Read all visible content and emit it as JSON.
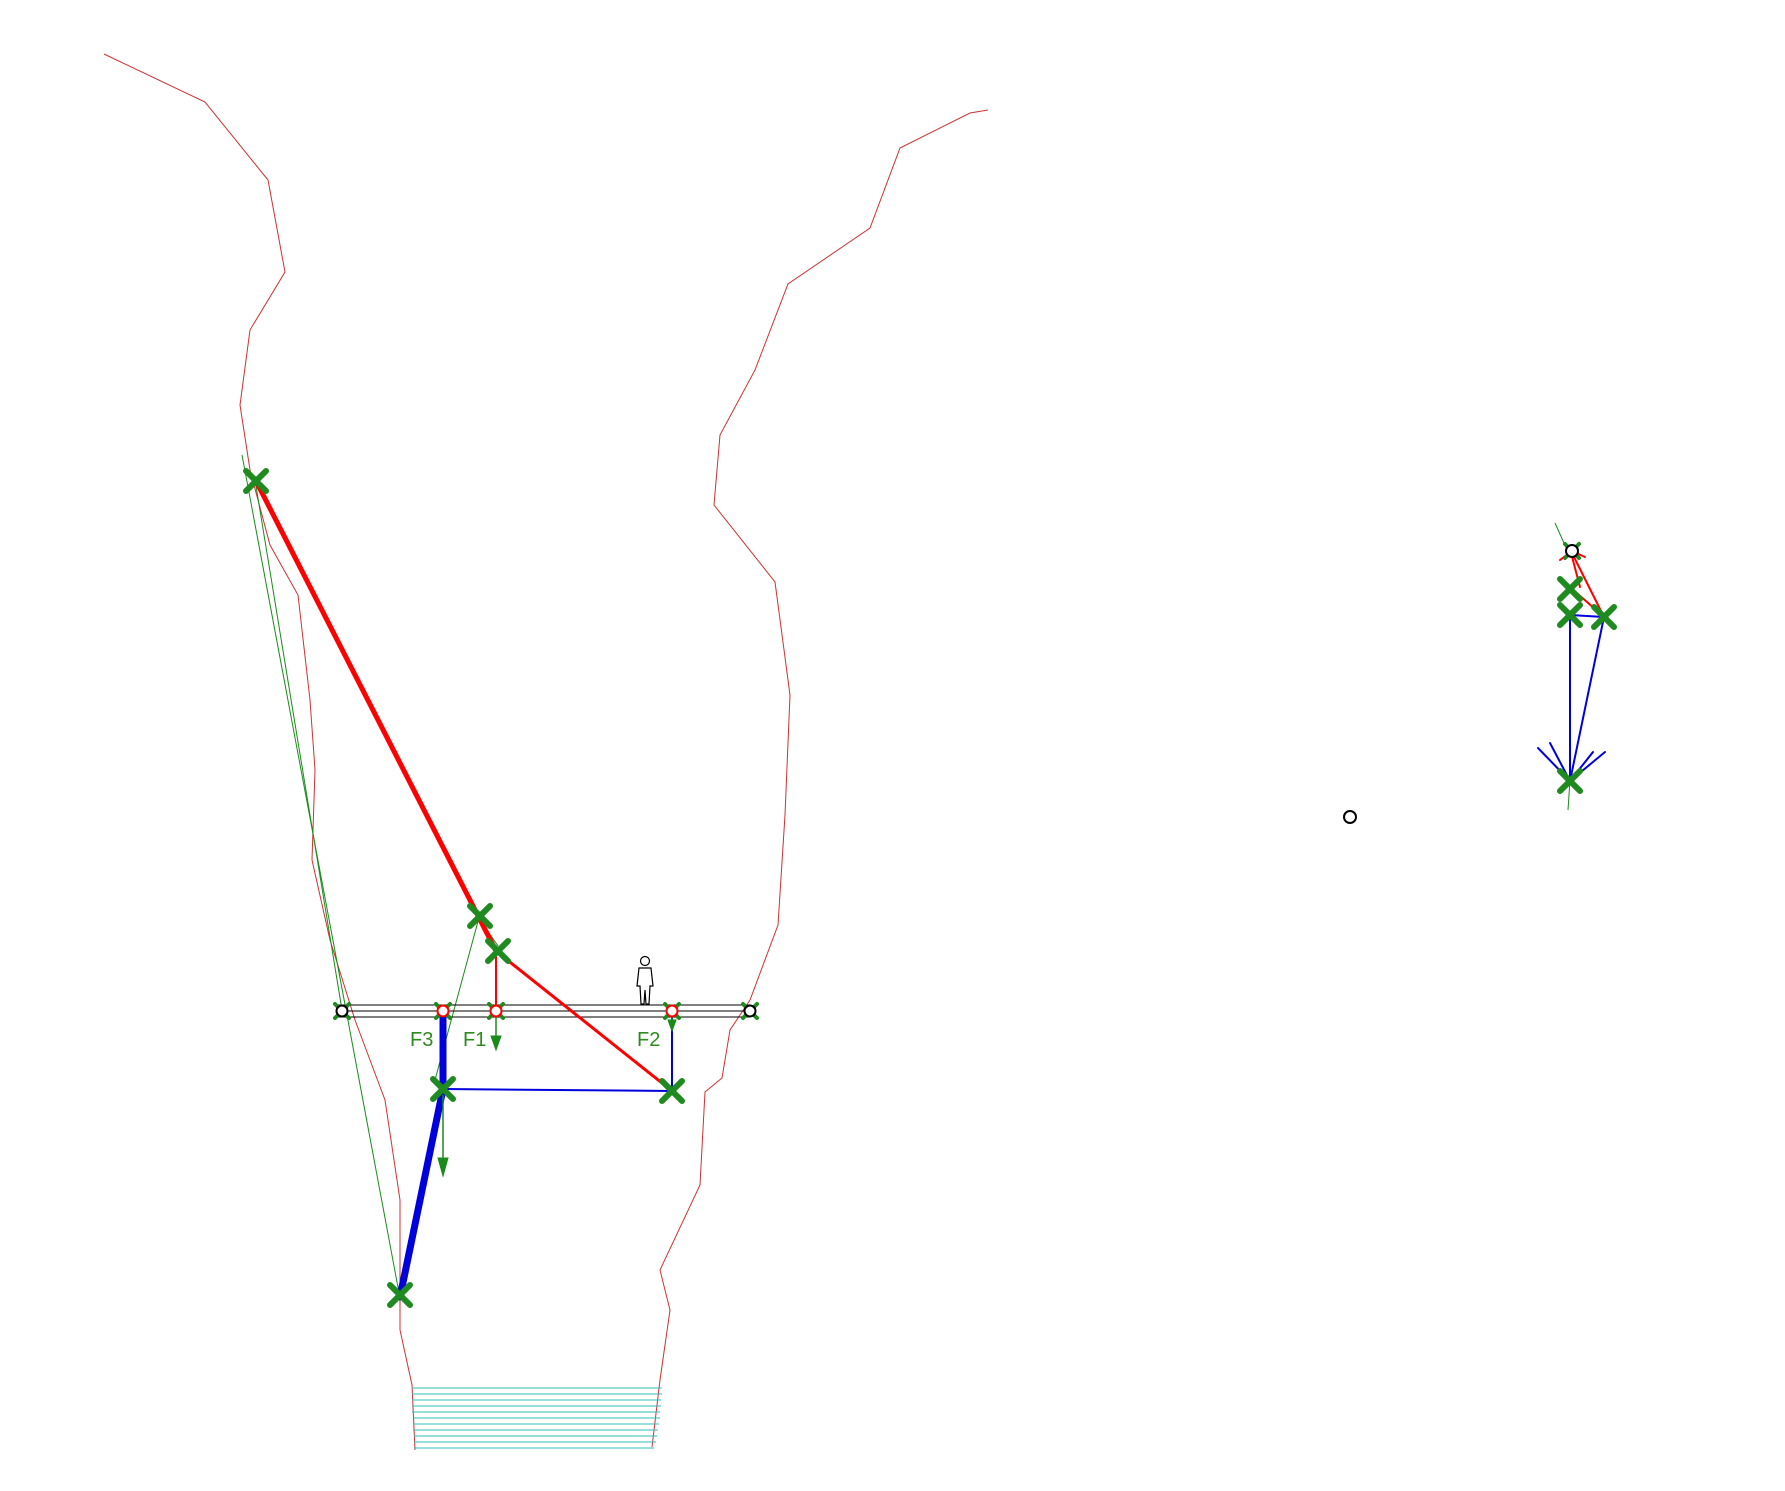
{
  "diagram": {
    "force_labels": {
      "f1": "F1",
      "f2": "F2",
      "f3": "F3"
    },
    "colors": {
      "tension": "#ff0000",
      "compression": "#0000dd",
      "construction": "#1a8a1a",
      "node_marker": "#1f8a1f",
      "canyon_outline": "#cc3333",
      "water": "#33bbbb",
      "deck": "#000000",
      "background": "#ffffff"
    },
    "icons": {
      "node": "x-node-icon",
      "support": "circle-support-icon",
      "person": "person-scale-icon",
      "load": "down-arrow-icon"
    }
  }
}
